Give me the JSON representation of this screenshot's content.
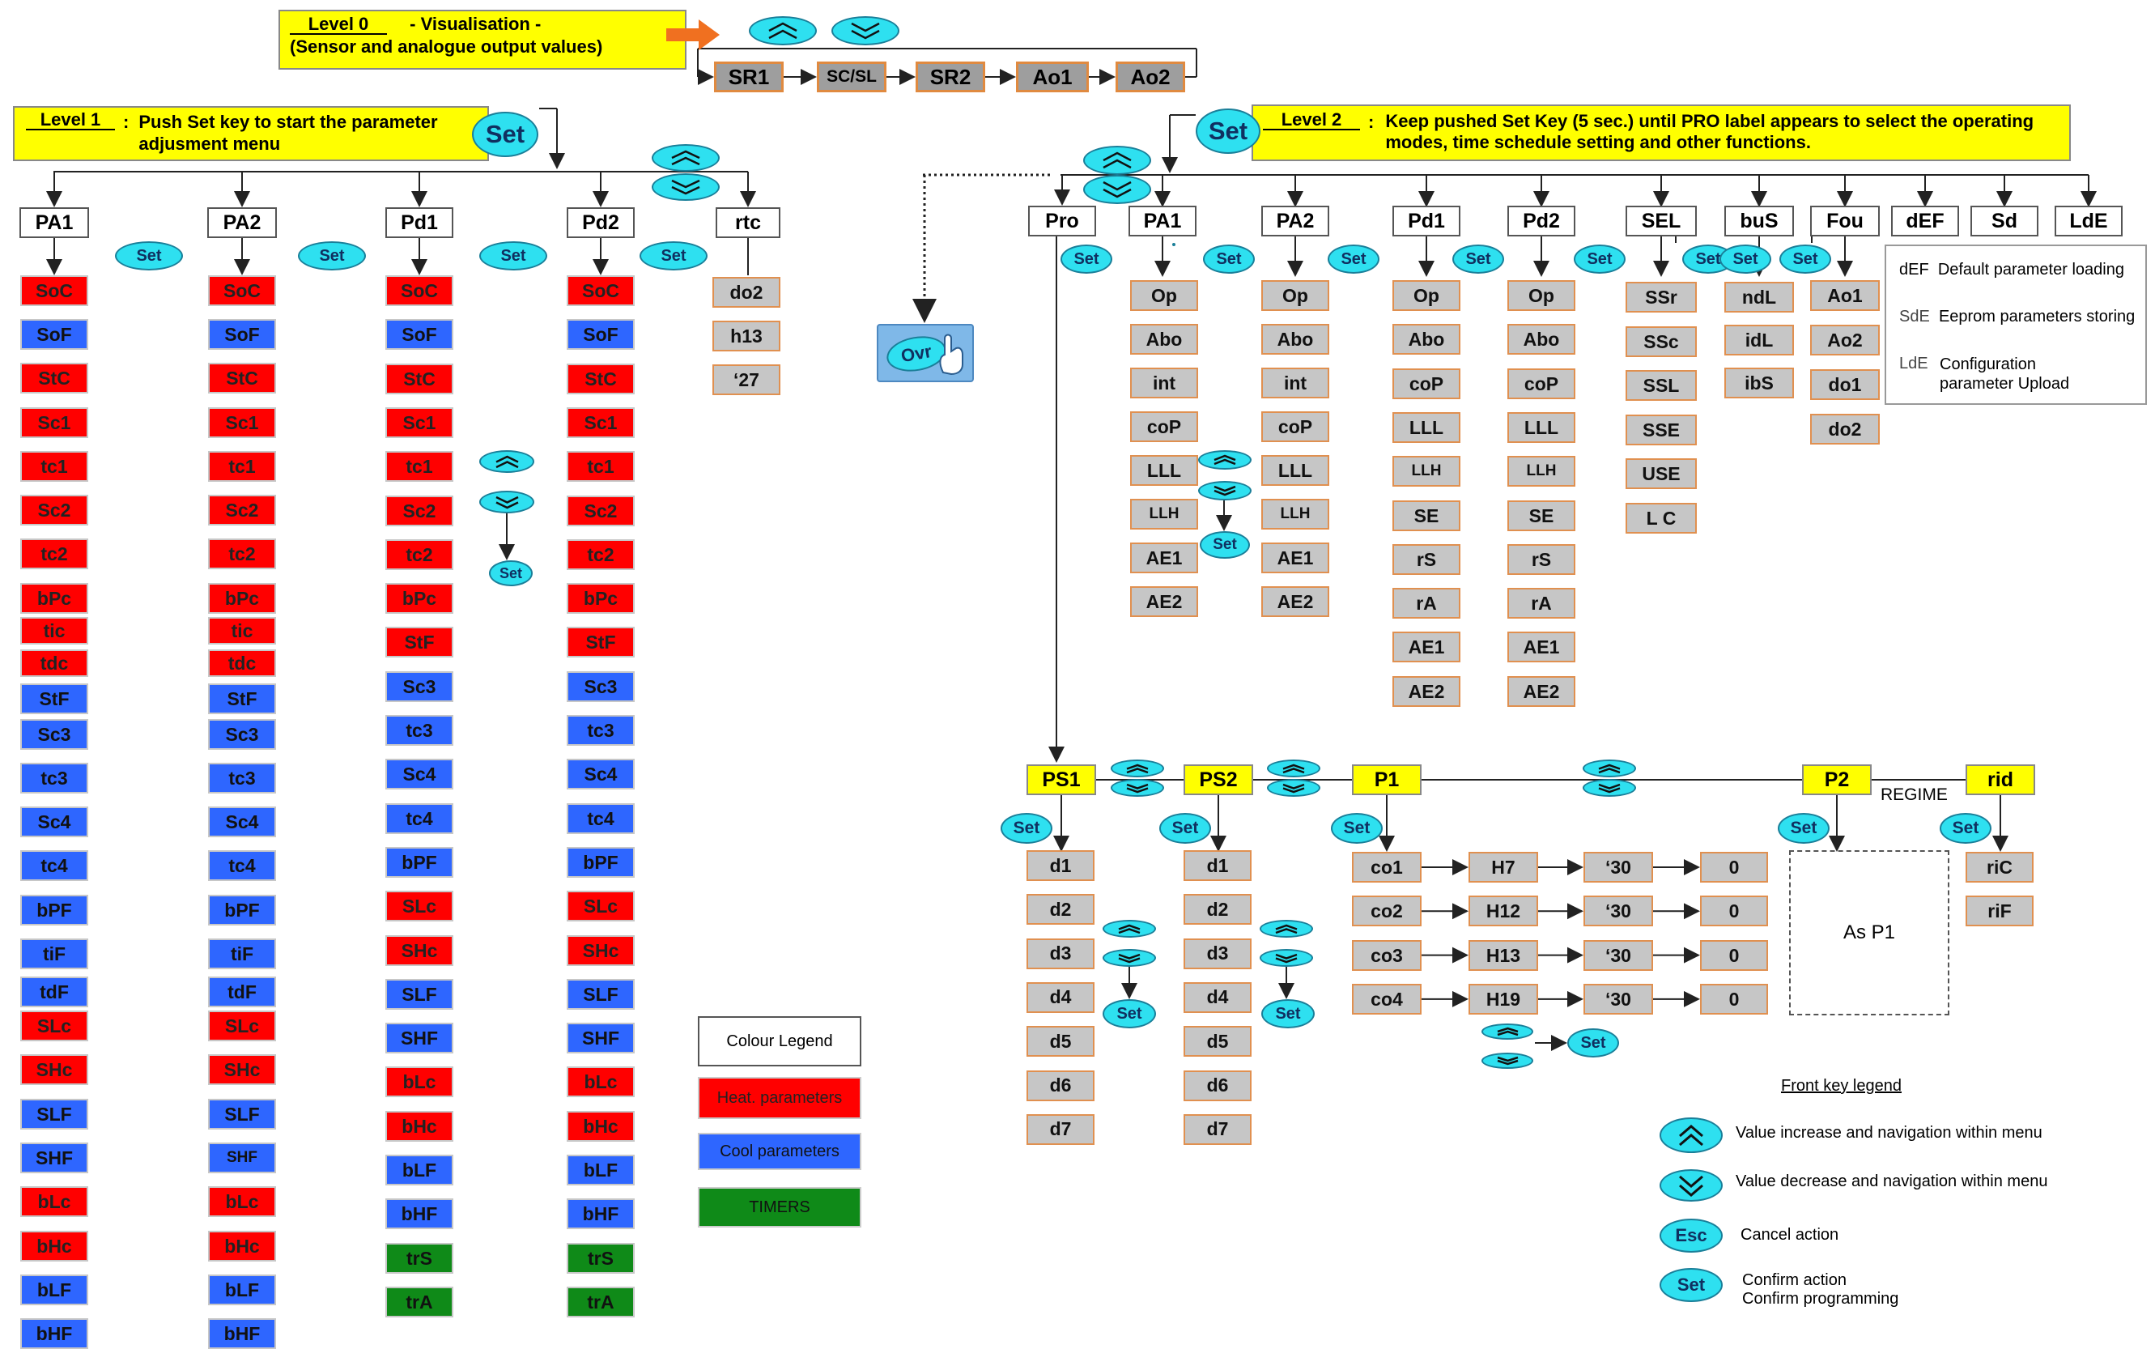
{
  "level0": {
    "level_label": "Level 0",
    "title": "- Visualisation -",
    "subtitle": "(Sensor and analogue output values)",
    "sequence": [
      "SR1",
      "SC/SL",
      "SR2",
      "Ao1",
      "Ao2"
    ]
  },
  "level1": {
    "level_label": "Level 1",
    "colon": ":",
    "text": "Push Set key to start the parameter adjusment menu",
    "columns": [
      {
        "header": "PA1",
        "items": [
          {
            "t": "SoC",
            "c": "heat"
          },
          {
            "t": "SoF",
            "c": "cool"
          },
          {
            "t": "StC",
            "c": "heat"
          },
          {
            "t": "Sc1",
            "c": "heat"
          },
          {
            "t": "tc1",
            "c": "heat"
          },
          {
            "t": "Sc2",
            "c": "heat"
          },
          {
            "t": "tc2",
            "c": "heat"
          },
          {
            "t": "bPc",
            "c": "heat"
          },
          {
            "t": "tic",
            "c": "heat"
          },
          {
            "t": "tdc",
            "c": "heat"
          },
          {
            "t": "StF",
            "c": "cool"
          },
          {
            "t": "Sc3",
            "c": "cool"
          },
          {
            "t": "tc3",
            "c": "cool"
          },
          {
            "t": "Sc4",
            "c": "cool"
          },
          {
            "t": "tc4",
            "c": "cool"
          },
          {
            "t": "bPF",
            "c": "cool"
          },
          {
            "t": "tiF",
            "c": "cool"
          },
          {
            "t": "tdF",
            "c": "cool"
          },
          {
            "t": "SLc",
            "c": "heat"
          },
          {
            "t": "SHc",
            "c": "heat"
          },
          {
            "t": "SLF",
            "c": "cool"
          },
          {
            "t": "SHF",
            "c": "cool"
          },
          {
            "t": "bLc",
            "c": "heat"
          },
          {
            "t": "bHc",
            "c": "heat"
          },
          {
            "t": "bLF",
            "c": "cool"
          },
          {
            "t": "bHF",
            "c": "cool"
          }
        ]
      },
      {
        "header": "PA2",
        "items": [
          {
            "t": "SoC",
            "c": "heat"
          },
          {
            "t": "SoF",
            "c": "cool"
          },
          {
            "t": "StC",
            "c": "heat"
          },
          {
            "t": "Sc1",
            "c": "heat"
          },
          {
            "t": "tc1",
            "c": "heat"
          },
          {
            "t": "Sc2",
            "c": "heat"
          },
          {
            "t": "tc2",
            "c": "heat"
          },
          {
            "t": "bPc",
            "c": "heat"
          },
          {
            "t": "tic",
            "c": "heat"
          },
          {
            "t": "tdc",
            "c": "heat"
          },
          {
            "t": "StF",
            "c": "cool"
          },
          {
            "t": "Sc3",
            "c": "cool"
          },
          {
            "t": "tc3",
            "c": "cool"
          },
          {
            "t": "Sc4",
            "c": "cool"
          },
          {
            "t": "tc4",
            "c": "cool"
          },
          {
            "t": "bPF",
            "c": "cool"
          },
          {
            "t": "tiF",
            "c": "cool"
          },
          {
            "t": "tdF",
            "c": "cool"
          },
          {
            "t": "SLc",
            "c": "heat"
          },
          {
            "t": "SHc",
            "c": "heat"
          },
          {
            "t": "SLF",
            "c": "cool"
          },
          {
            "t": "SHF",
            "c": "cool"
          },
          {
            "t": "bLc",
            "c": "heat"
          },
          {
            "t": "bHc",
            "c": "heat"
          },
          {
            "t": "bLF",
            "c": "cool"
          },
          {
            "t": "bHF",
            "c": "cool"
          }
        ]
      },
      {
        "header": "Pd1",
        "items": [
          {
            "t": "SoC",
            "c": "heat"
          },
          {
            "t": "SoF",
            "c": "cool"
          },
          {
            "t": "StC",
            "c": "heat"
          },
          {
            "t": "Sc1",
            "c": "heat"
          },
          {
            "t": "tc1",
            "c": "heat"
          },
          {
            "t": "Sc2",
            "c": "heat"
          },
          {
            "t": "tc2",
            "c": "heat"
          },
          {
            "t": "bPc",
            "c": "heat"
          },
          {
            "t": "StF",
            "c": "heat"
          },
          {
            "t": "Sc3",
            "c": "cool"
          },
          {
            "t": "tc3",
            "c": "cool"
          },
          {
            "t": "Sc4",
            "c": "cool"
          },
          {
            "t": "tc4",
            "c": "cool"
          },
          {
            "t": "bPF",
            "c": "cool"
          },
          {
            "t": "SLc",
            "c": "heat"
          },
          {
            "t": "SHc",
            "c": "heat"
          },
          {
            "t": "SLF",
            "c": "cool"
          },
          {
            "t": "SHF",
            "c": "cool"
          },
          {
            "t": "bLc",
            "c": "heat"
          },
          {
            "t": "bHc",
            "c": "heat"
          },
          {
            "t": "bLF",
            "c": "cool"
          },
          {
            "t": "bHF",
            "c": "cool"
          },
          {
            "t": "trS",
            "c": "timer"
          },
          {
            "t": "trA",
            "c": "timer"
          }
        ]
      },
      {
        "header": "Pd2",
        "items": [
          {
            "t": "SoC",
            "c": "heat"
          },
          {
            "t": "SoF",
            "c": "cool"
          },
          {
            "t": "StC",
            "c": "heat"
          },
          {
            "t": "Sc1",
            "c": "heat"
          },
          {
            "t": "tc1",
            "c": "heat"
          },
          {
            "t": "Sc2",
            "c": "heat"
          },
          {
            "t": "tc2",
            "c": "heat"
          },
          {
            "t": "bPc",
            "c": "heat"
          },
          {
            "t": "StF",
            "c": "heat"
          },
          {
            "t": "Sc3",
            "c": "cool"
          },
          {
            "t": "tc3",
            "c": "cool"
          },
          {
            "t": "Sc4",
            "c": "cool"
          },
          {
            "t": "tc4",
            "c": "cool"
          },
          {
            "t": "bPF",
            "c": "cool"
          },
          {
            "t": "SLc",
            "c": "heat"
          },
          {
            "t": "SHc",
            "c": "heat"
          },
          {
            "t": "SLF",
            "c": "cool"
          },
          {
            "t": "SHF",
            "c": "cool"
          },
          {
            "t": "bLc",
            "c": "heat"
          },
          {
            "t": "bHc",
            "c": "heat"
          },
          {
            "t": "bLF",
            "c": "cool"
          },
          {
            "t": "bHF",
            "c": "cool"
          },
          {
            "t": "trS",
            "c": "timer"
          },
          {
            "t": "trA",
            "c": "timer"
          }
        ]
      },
      {
        "header": "rtc",
        "items": [
          {
            "t": "do2",
            "c": "grey"
          },
          {
            "t": "h13",
            "c": "grey"
          },
          {
            "t": "‘27",
            "c": "grey"
          }
        ]
      }
    ]
  },
  "level2": {
    "level_label": "Level 2",
    "colon": ":",
    "text": "Keep pushed Set Key (5 sec.) until PRO label appears to select the operating modes, time schedule setting and other functions.",
    "ovr_label": "Ovr",
    "columns": [
      {
        "header": "Pro",
        "items": []
      },
      {
        "header": "PA1",
        "items": [
          "Op",
          "Abo",
          "int",
          "coP",
          "LLL",
          "LLH",
          "AE1",
          "AE2"
        ]
      },
      {
        "header": "PA2",
        "items": [
          "Op",
          "Abo",
          "int",
          "coP",
          "LLL",
          "LLH",
          "AE1",
          "AE2"
        ]
      },
      {
        "header": "Pd1",
        "items": [
          "Op",
          "Abo",
          "coP",
          "LLL",
          "LLH",
          "SE",
          "rS",
          "rA",
          "AE1",
          "AE2"
        ]
      },
      {
        "header": "Pd2",
        "items": [
          "Op",
          "Abo",
          "coP",
          "LLL",
          "LLH",
          "SE",
          "rS",
          "rA",
          "AE1",
          "AE2"
        ]
      },
      {
        "header": "SEL",
        "items": [
          "SSr",
          "SSc",
          "SSL",
          "SSE",
          "USE",
          "L C"
        ]
      },
      {
        "header": "buS",
        "items": [
          "ndL",
          "idL",
          "ibS"
        ]
      },
      {
        "header": "Fou",
        "items": [
          "Ao1",
          "Ao2",
          "do1",
          "do2"
        ]
      },
      {
        "header": "dEF",
        "items": []
      },
      {
        "header": "Sd",
        "items": []
      },
      {
        "header": "LdE",
        "items": []
      }
    ],
    "function_legend": [
      {
        "code": "dEF",
        "text": "Default parameter loading"
      },
      {
        "code": "SdE",
        "text": "Eeprom parameters storing"
      },
      {
        "code": "LdE",
        "text": "Configuration parameter Upload"
      }
    ]
  },
  "schedule": {
    "headers": [
      "PS1",
      "PS2",
      "P1",
      "P2",
      "rid"
    ],
    "ps1_items": [
      "d1",
      "d2",
      "d3",
      "d4",
      "d5",
      "d6",
      "d7"
    ],
    "ps2_items": [
      "d1",
      "d2",
      "d3",
      "d4",
      "d5",
      "d6",
      "d7"
    ],
    "p1_rows": [
      [
        "co1",
        "H7",
        "‘30",
        "0"
      ],
      [
        "co2",
        "H12",
        "‘30",
        "0"
      ],
      [
        "co3",
        "H13",
        "‘30",
        "0"
      ],
      [
        "co4",
        "H19",
        "‘30",
        "0"
      ]
    ],
    "regime_label": "REGIME",
    "p2_text": "As P1",
    "rid_items": [
      "riC",
      "riF"
    ]
  },
  "colour_legend": {
    "title": "Colour Legend",
    "heat": "Heat. parameters",
    "cool": "Cool parameters",
    "timers": "TIMERS"
  },
  "key_legend": {
    "title": "Front key legend",
    "up": "Value increase and navigation within menu",
    "down": "Value decrease and navigation within menu",
    "esc_label": "Esc",
    "esc": "Cancel action",
    "set_label": "Set",
    "set_line1": "Confirm action",
    "set_line2": "Confirm programming"
  },
  "set_label": "Set",
  "colors": {
    "heat": "#ff0000",
    "cool": "#2e66ff",
    "timer": "#0f8a18",
    "grey": "#c6c6c6",
    "key": "#2ee0f0",
    "note": "#ffff00",
    "sequence": "#9e9e9e",
    "orange_arrow": "#f07020"
  },
  "icons": [
    "up-arrow-key-icon",
    "down-arrow-key-icon",
    "set-key-icon",
    "esc-key-icon",
    "ovr-hand-icon",
    "orange-arrow-icon"
  ]
}
